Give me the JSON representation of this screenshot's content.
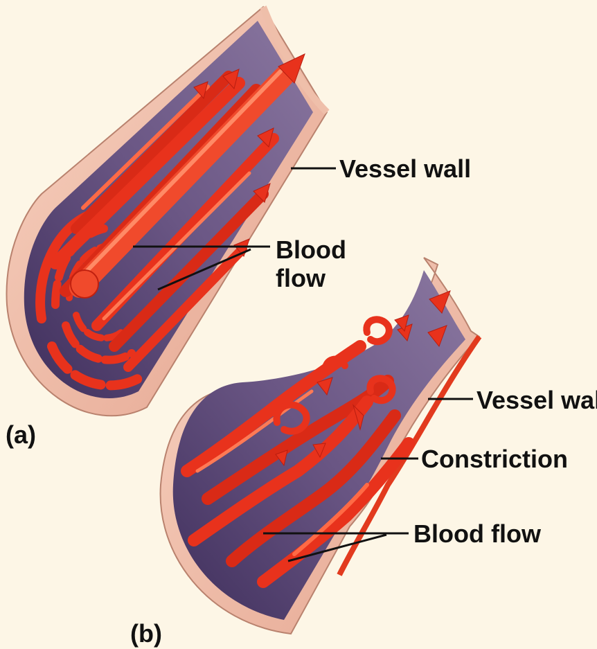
{
  "panel_a": {
    "tag": "(a)",
    "vessel_wall_label": "Vessel wall",
    "blood_flow_line1": "Blood",
    "blood_flow_line2": "flow"
  },
  "panel_b": {
    "tag": "(b)",
    "vessel_wall_label": "Vessel wall",
    "constriction_label": "Constriction",
    "blood_flow_label": "Blood flow"
  },
  "colors": {
    "background": "#fdf6e6",
    "vessel_wall": "#f2c2ad",
    "vessel_lumen": "#5a4676",
    "blood": "#e8321c",
    "blood_highlight": "#ff7a55",
    "leader_lines": "#111111"
  }
}
